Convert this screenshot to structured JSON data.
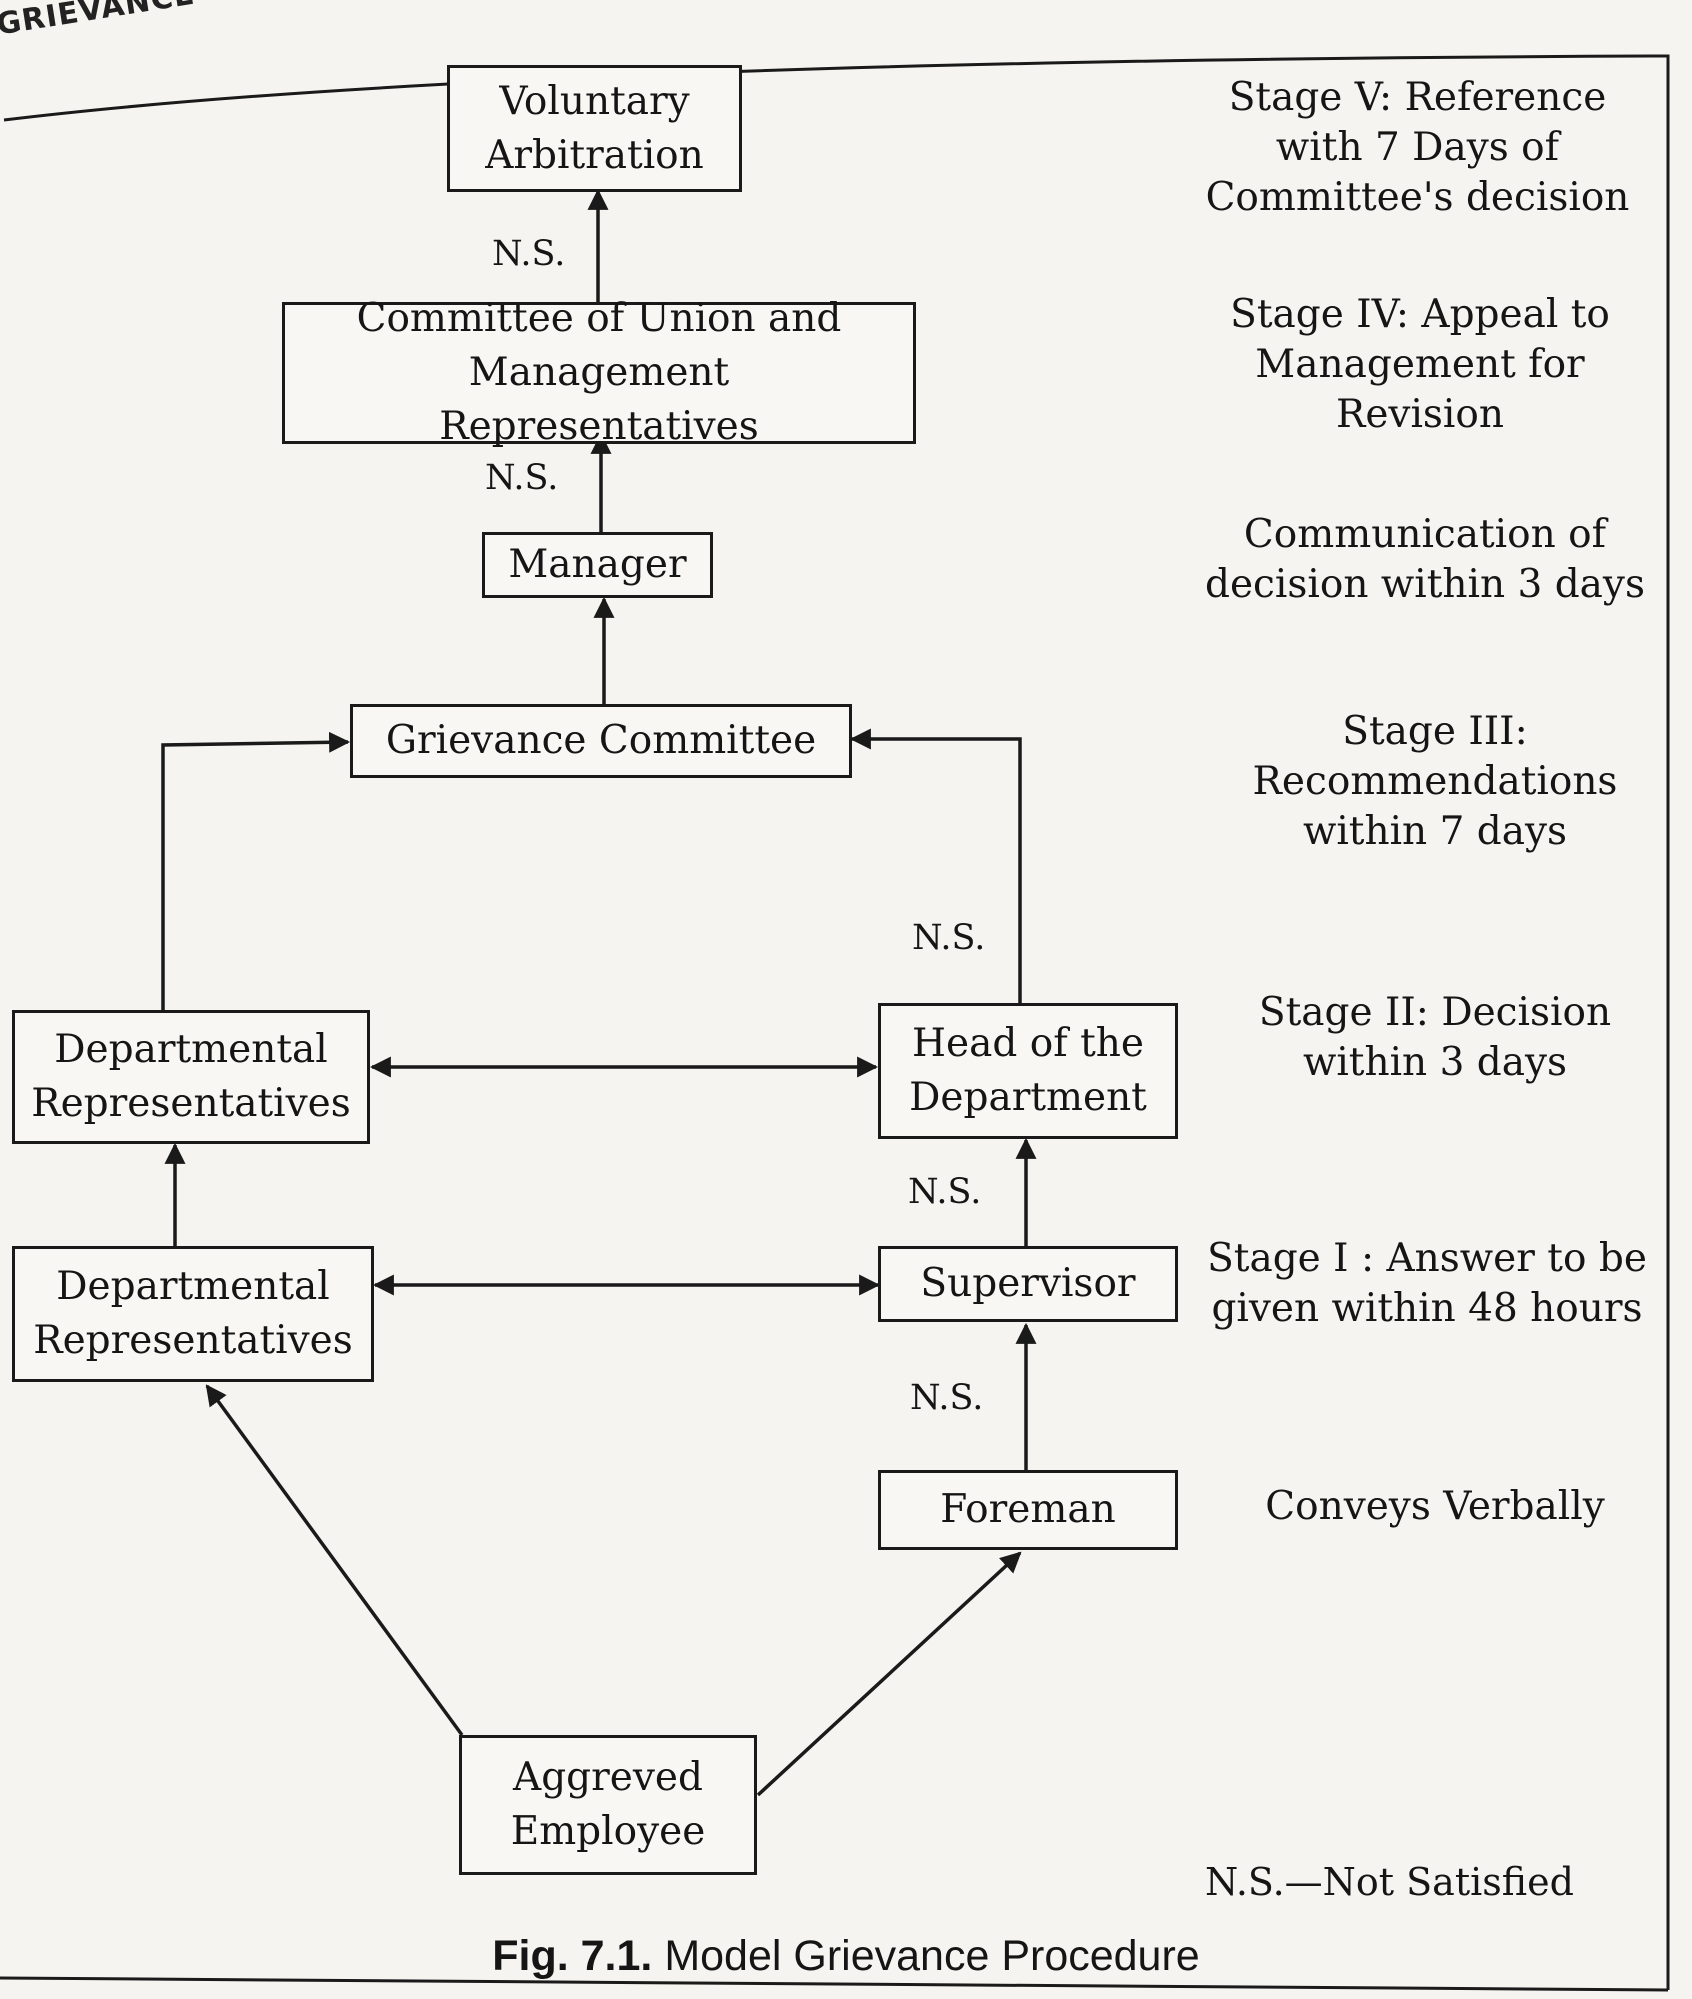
{
  "header_tag": "GRIEVANCE",
  "nodes": {
    "voluntary_arbitration": "Voluntary Arbitration",
    "committee": "Committee of Union and Management Representatives",
    "manager": "Manager",
    "grievance_committee": "Grievance Committee",
    "dept_reps_upper": "Departmental Representatives",
    "head_of_department": "Head of the Department",
    "dept_reps_lower": "Departmental Representatives",
    "supervisor": "Supervisor",
    "foreman": "Foreman",
    "aggrieved_employee": "Aggreved Employee"
  },
  "ns_label": "N.S.",
  "stages": {
    "stage_5": "Stage V: Reference with 7 Days of Committee's decision",
    "stage_4": "Stage IV: Appeal to Management for Revision",
    "communication": "Communication of decision within 3 days",
    "stage_3": "Stage III: Recommendations within 7 days",
    "stage_2": "Stage II: Decision within 3 days",
    "stage_1": "Stage I : Answer to be given within 48 hours",
    "conveys": "Conveys Verbally"
  },
  "legend": "N.S.—Not Satisfied",
  "caption": {
    "fig_number": "Fig. 7.1.",
    "title": "Model Grievance Procedure"
  }
}
